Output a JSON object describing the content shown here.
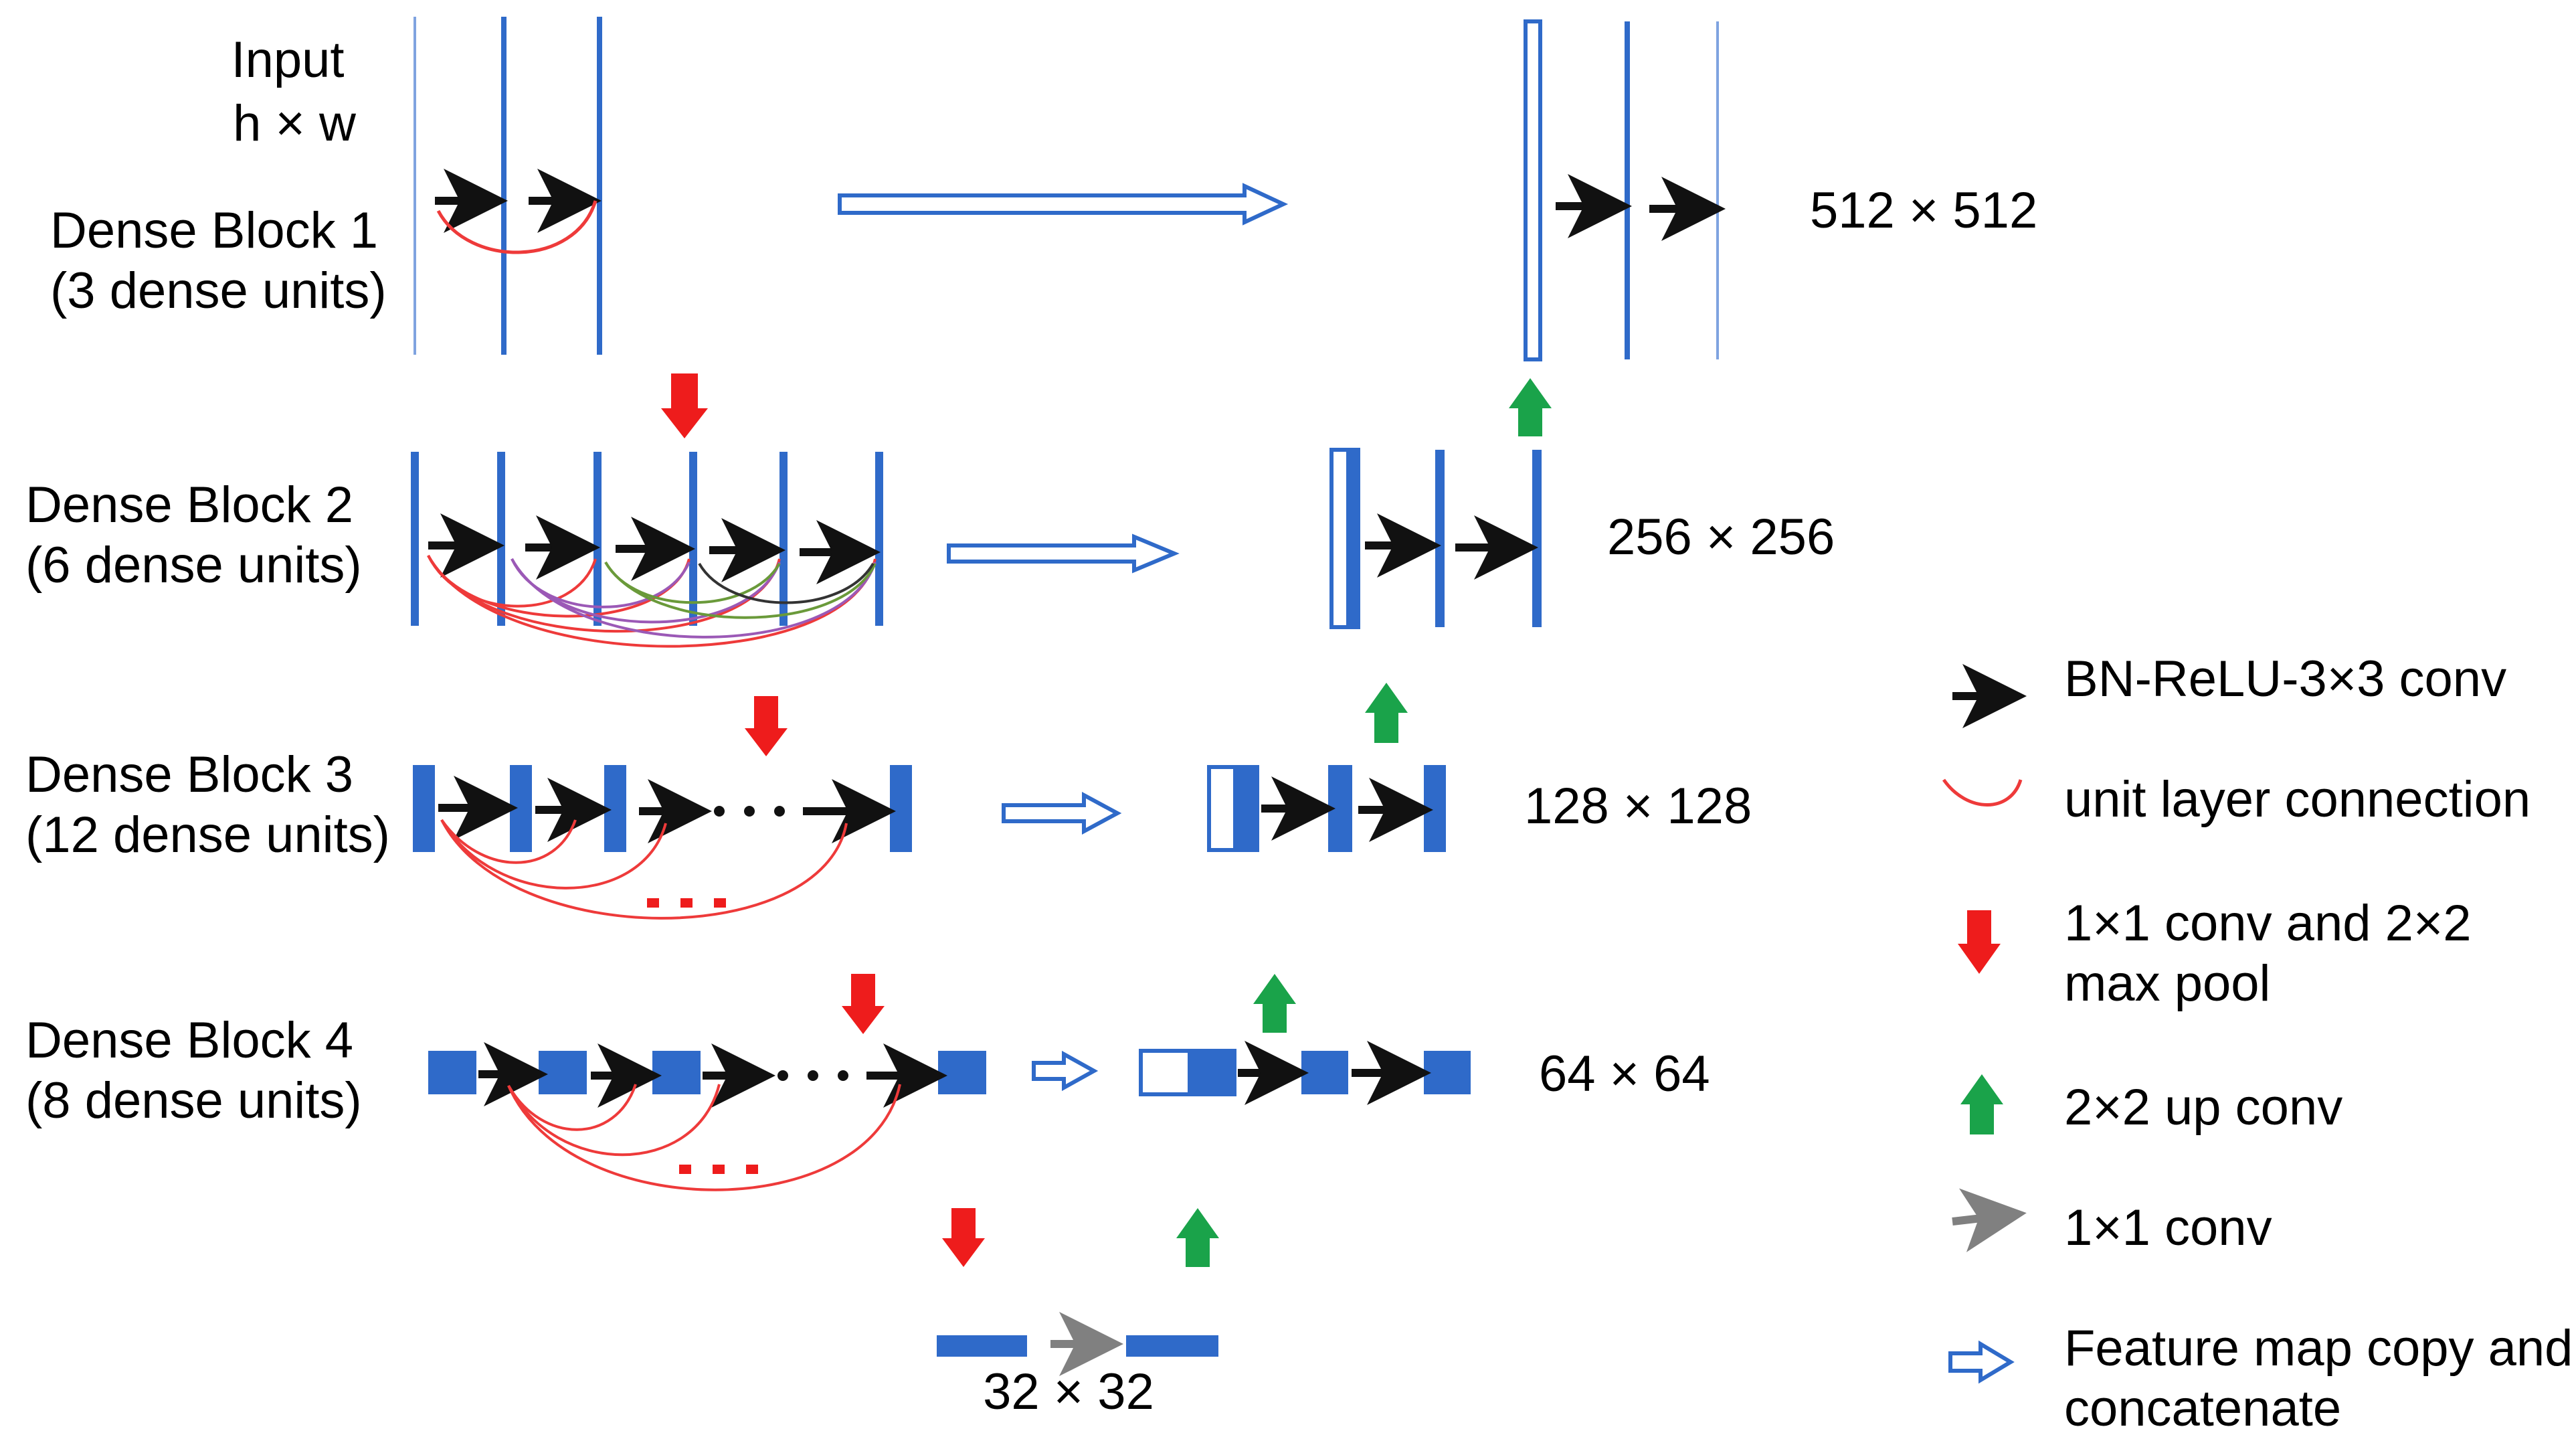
{
  "input_label": {
    "line1": "Input",
    "line2": "h × w"
  },
  "blocks": [
    {
      "title": "Dense Block 1",
      "units": "(3 dense units)"
    },
    {
      "title": "Dense Block 2",
      "units": "(6 dense units)"
    },
    {
      "title": "Dense Block 3",
      "units": "(12 dense units)"
    },
    {
      "title": "Dense Block 4",
      "units": "(8 dense units)"
    }
  ],
  "resolutions": [
    "512 × 512",
    "256 × 256",
    "128 × 128",
    "64 × 64",
    "32 × 32"
  ],
  "legend": [
    {
      "icon": "black-arrow-icon",
      "text": [
        "BN-ReLU-3×3 conv"
      ]
    },
    {
      "icon": "red-curve-icon",
      "text": [
        "unit layer connection"
      ]
    },
    {
      "icon": "red-down-arrow-icon",
      "text": [
        "1×1 conv and 2×2",
        "max pool"
      ]
    },
    {
      "icon": "green-up-arrow-icon",
      "text": [
        "2×2 up conv"
      ]
    },
    {
      "icon": "gray-arrow-icon",
      "text": [
        "1×1 conv"
      ]
    },
    {
      "icon": "blue-hollow-arrow-icon",
      "text": [
        "Feature map copy and",
        "concatenate"
      ]
    }
  ],
  "colors": {
    "unit_blue": "#2f6ac9",
    "pool_red": "#ee1c1c",
    "upconv_green": "#1aa34a",
    "conv_black": "#111111",
    "conv1x1_gray": "#808080",
    "connection_red": "#ee3a3a",
    "connection_purple": "#9b59b6",
    "connection_green": "#6a9a3a"
  }
}
